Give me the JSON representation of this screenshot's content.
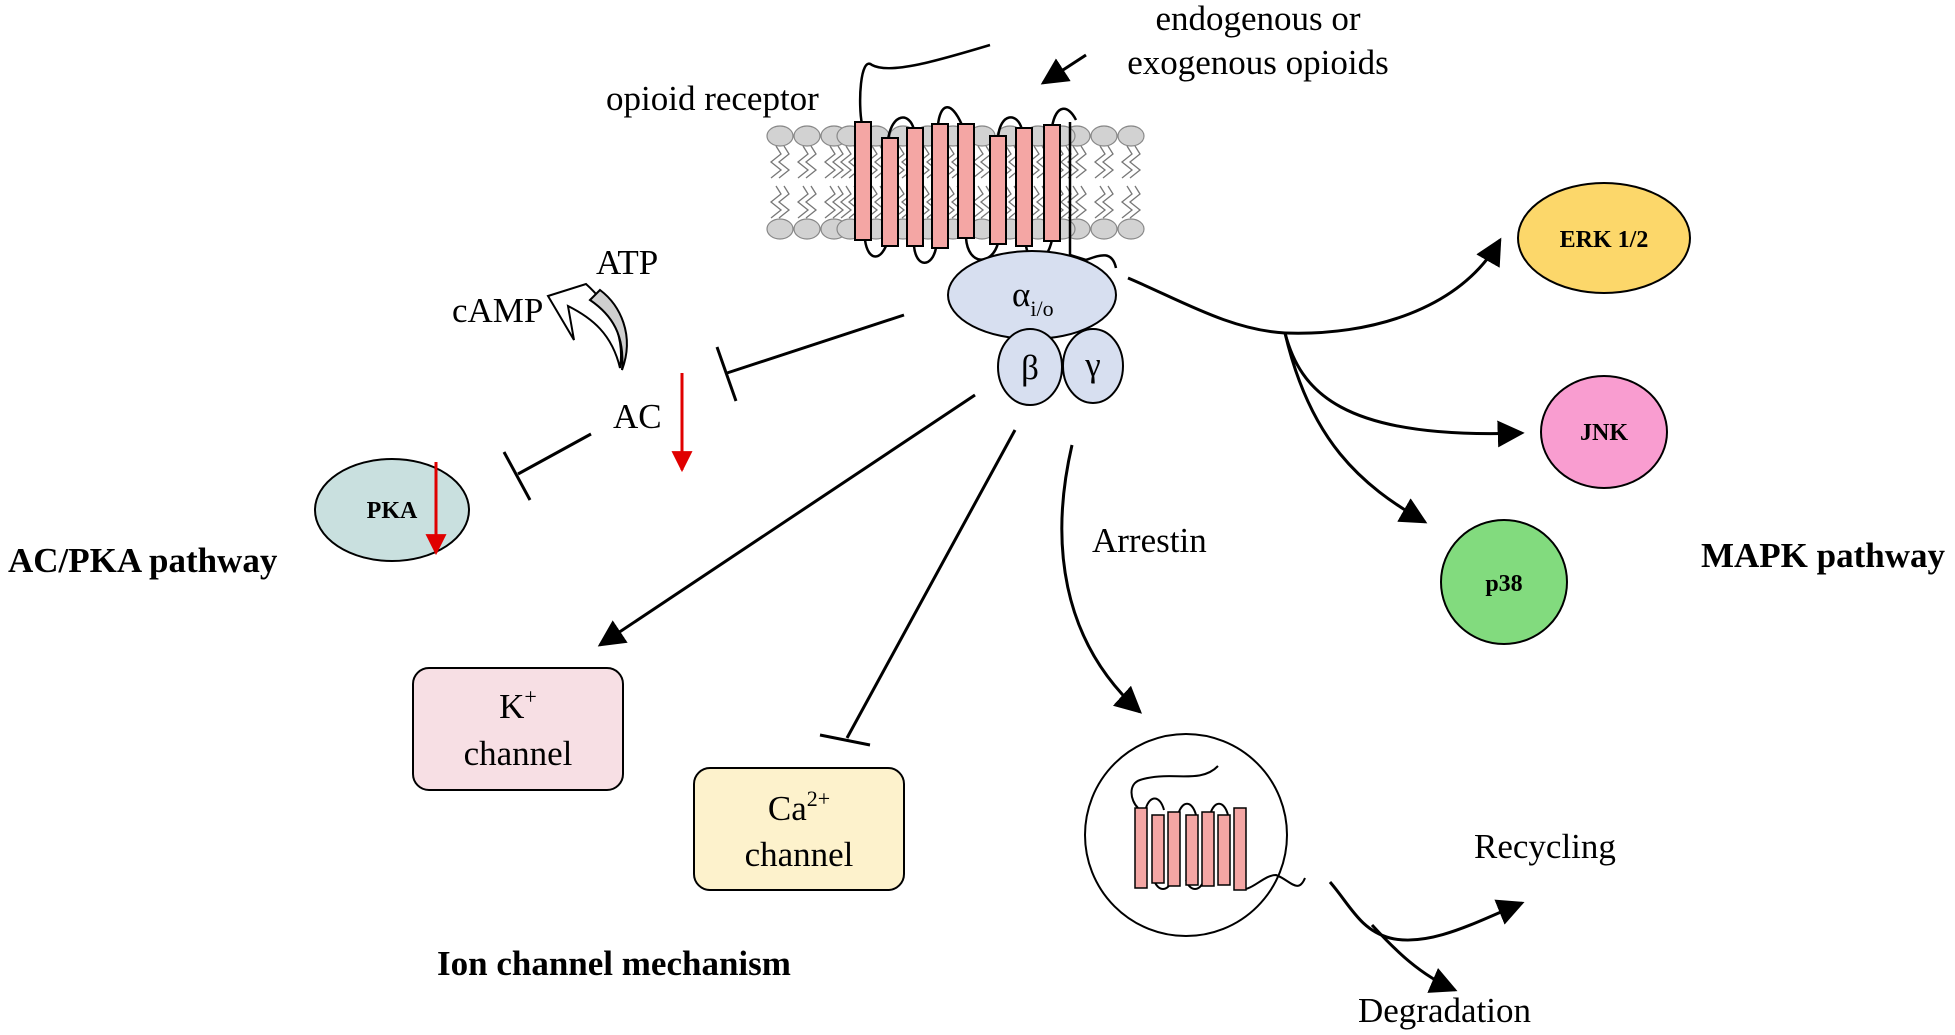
{
  "labels": {
    "ligand_line1": "endogenous or",
    "ligand_line2": "exogenous opioids",
    "receptor": "opioid receptor",
    "atp": "ATP",
    "camp": "cAMP",
    "ac": "AC",
    "pka": "PKA",
    "ac_pka_pathway": "AC/PKA pathway",
    "g_alpha_base": "α",
    "g_alpha_sub": "i/o",
    "g_beta": "β",
    "g_gamma": "γ",
    "erk": "ERK 1/2",
    "jnk": "JNK",
    "p38": "p38",
    "mapk_pathway": "MAPK pathway",
    "arrestin": "Arrestin",
    "k_base": "K",
    "k_sup": "+",
    "k_channel": "channel",
    "ca_base": "Ca",
    "ca_sup": "2+",
    "ca_channel": "channel",
    "ion_mechanism": "Ion channel mechanism",
    "recycling": "Recycling",
    "degradation": "Degradation"
  },
  "colors": {
    "helix": "#f4a6a4",
    "lipid_head": "#d2d2d2",
    "g_protein": "#d7dff0",
    "pka": "#c9e0df",
    "erk": "#fcd76a",
    "jnk": "#f99dd0",
    "p38": "#82db7e",
    "k_channel": "#f7dfe4",
    "ca_channel": "#fdf2cc",
    "inhibit_arrow": "#e00000"
  }
}
